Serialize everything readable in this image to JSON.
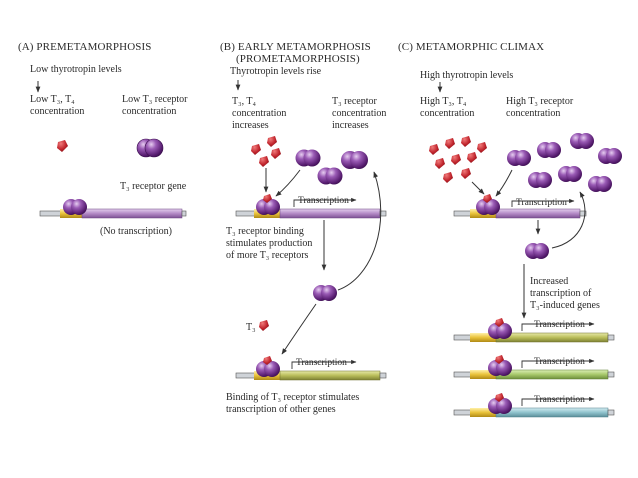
{
  "panels": {
    "a": {
      "heading": "(A) PREMETAMORPHOSIS",
      "thyrotropin": "Low thyrotropin levels",
      "hormone_1": "Low T₃, T₄",
      "hormone_2": "concentration",
      "receptor_1": "Low T₃ receptor",
      "receptor_2": "concentration",
      "gene_label": "T₃ receptor gene",
      "no_transcription": "(No transcription)"
    },
    "b": {
      "heading_1": "(B) EARLY METAMORPHOSIS",
      "heading_2": "(PROMETAMORPHOSIS)",
      "thyrotropin": "Thyrotropin levels rise",
      "hormone_1": "T₃, T₄",
      "hormone_2": "concentration",
      "hormone_3": "increases",
      "receptor_1": "T₃ receptor",
      "receptor_2": "concentration",
      "receptor_3": "increases",
      "transcription": "Transcription",
      "binding_1": "T₃ receptor binding",
      "binding_2": "stimulates production",
      "binding_3": "of more T₃ receptors",
      "t3_label": "T₃",
      "transcription_2": "Transcription",
      "other_1": "Binding of T₃ receptor stimulates",
      "other_2": "transcription of other genes"
    },
    "c": {
      "heading": "(C) METAMORPHIC CLIMAX",
      "thyrotropin": "High thyrotropin levels",
      "hormone_1": "High T₃, T₄",
      "hormone_2": "concentration",
      "receptor_1": "High T₃ receptor",
      "receptor_2": "concentration",
      "transcription": "Transcription",
      "increased_1": "Increased",
      "increased_2": "transcription of",
      "increased_3": "T₃-induced genes",
      "transcription_2": "Transcription",
      "transcription_3": "Transcription",
      "transcription_4": "Transcription"
    }
  },
  "colors": {
    "receptor_purple": "#6a2b86",
    "hormone_red": "#c0242c",
    "gene_lavender": "#b48ac6",
    "promoter_yellow": "#e9c23a",
    "gene_olive": "#b9bd5a",
    "gene_green": "#a7c86a",
    "gene_teal": "#8fc2cc",
    "arrow": "#333333"
  }
}
